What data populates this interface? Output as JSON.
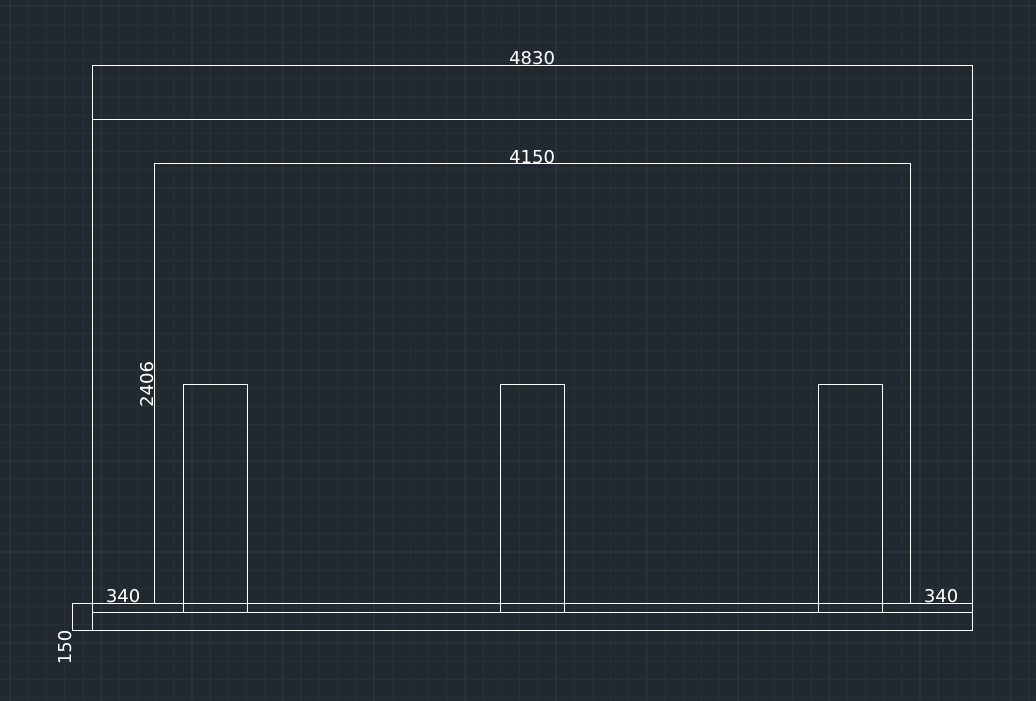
{
  "viewport": {
    "background_color": "#212830",
    "grid_minor_color": "#28303a",
    "grid_major_color": "#2f3843",
    "line_color": "#ffffff",
    "text_color": "#ffffff"
  },
  "dimensions": {
    "overall_width": "4830",
    "inner_width": "4150",
    "inner_height": "2406",
    "left_offset": "340",
    "right_offset": "340",
    "base_height": "150"
  }
}
